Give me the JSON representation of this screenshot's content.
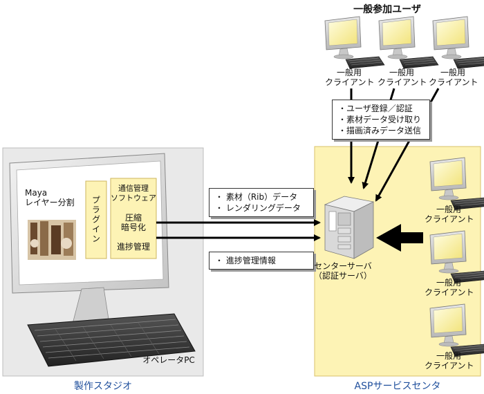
{
  "top_title": "一般参加ユーザ",
  "client_label_line1": "一般用",
  "client_label_line2": "クライアント",
  "top_clients": [
    {
      "line1": "一般用",
      "line2": "クライアント"
    },
    {
      "line1": "一般用",
      "line2": "クライアント"
    },
    {
      "line1": "一般用",
      "line2": "クライアント"
    }
  ],
  "right_clients": [
    {
      "line1": "一般用",
      "line2": "クライアント"
    },
    {
      "line1": "一般用",
      "line2": "クライアント"
    },
    {
      "line1": "一般用",
      "line2": "クライアント"
    }
  ],
  "user_box": {
    "items": [
      "・ユーザ登録／認証",
      "・素材データ受け取り",
      "・描画済みデータ送信"
    ]
  },
  "data_box": {
    "items": [
      "・ 素材（Rib）データ",
      "・ レンダリングデータ"
    ]
  },
  "progress_box": {
    "items": [
      "・ 進捗管理情報"
    ]
  },
  "server": {
    "line1": "センターサーバ",
    "line2": "（認証サーバ）"
  },
  "operator_pc": {
    "label": "オペレータPC",
    "maya_line1": "Maya",
    "maya_line2": "レイヤー分割",
    "plugin_label": "プラグイン",
    "comm_line1": "通信管理",
    "comm_line2": "ソフトウェア",
    "compress_line1": "圧縮",
    "compress_line2": "暗号化",
    "progress_label": "進捗管理"
  },
  "captions": {
    "left": "製作スタジオ",
    "right": "ASPサービスセンタ"
  }
}
